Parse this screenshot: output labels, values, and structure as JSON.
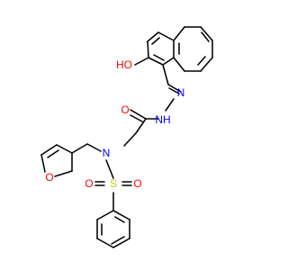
{
  "colors": {
    "background": "#ffffff",
    "bond": "#000000",
    "oxygen": "#ff0000",
    "nitrogen": "#0000ff",
    "sulfur": "#cccc00"
  },
  "molecule": {
    "atoms": {
      "hydroxyl_oh": "HO",
      "hydrazide_nh": "NH",
      "hydrazone_n": "N",
      "carbonyl_o": "O",
      "amine_n": "N",
      "furan_o": "O",
      "sulfonyl_s": "S",
      "sulfonyl_o_left": "O",
      "sulfonyl_o_right": "O"
    }
  }
}
